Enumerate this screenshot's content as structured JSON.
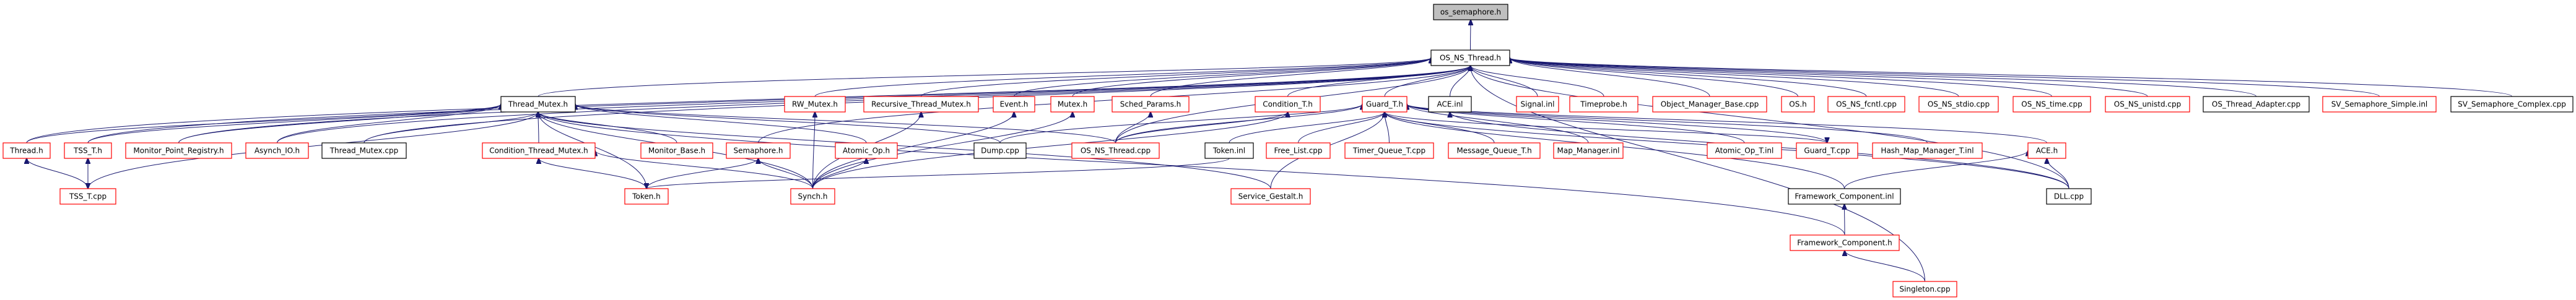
{
  "graph": {
    "title": "os_semaphore.h",
    "edge_color": "#191970",
    "node_border_colors": {
      "documented": "#000000",
      "undocumented": "#ff0000",
      "root_fill": "#bfbfbf"
    },
    "nodes": [
      {
        "id": "os_semaphore_h",
        "label": "os_semaphore.h",
        "style": "root"
      },
      {
        "id": "os_ns_thread_h",
        "label": "OS_NS_Thread.h",
        "style": "black"
      },
      {
        "id": "thread_mutex_h",
        "label": "Thread_Mutex.h",
        "style": "black"
      },
      {
        "id": "rw_mutex_h",
        "label": "RW_Mutex.h",
        "style": "red"
      },
      {
        "id": "recursive_thread_mutex_h",
        "label": "Recursive_Thread_Mutex.h",
        "style": "red"
      },
      {
        "id": "event_h",
        "label": "Event.h",
        "style": "red"
      },
      {
        "id": "mutex_h",
        "label": "Mutex.h",
        "style": "red"
      },
      {
        "id": "sched_params_h",
        "label": "Sched_Params.h",
        "style": "red"
      },
      {
        "id": "condition_t_h",
        "label": "Condition_T.h",
        "style": "red"
      },
      {
        "id": "guard_t_h",
        "label": "Guard_T.h",
        "style": "red"
      },
      {
        "id": "ace_inl",
        "label": "ACE.inl",
        "style": "black"
      },
      {
        "id": "signal_inl",
        "label": "Signal.inl",
        "style": "red"
      },
      {
        "id": "timeprobe_h",
        "label": "Timeprobe.h",
        "style": "red"
      },
      {
        "id": "object_manager_base_cpp",
        "label": "Object_Manager_Base.cpp",
        "style": "red"
      },
      {
        "id": "os_h",
        "label": "OS.h",
        "style": "red"
      },
      {
        "id": "os_ns_fcntl_cpp",
        "label": "OS_NS_fcntl.cpp",
        "style": "red"
      },
      {
        "id": "os_ns_stdio_cpp",
        "label": "OS_NS_stdio.cpp",
        "style": "red"
      },
      {
        "id": "os_ns_time_cpp",
        "label": "OS_NS_time.cpp",
        "style": "red"
      },
      {
        "id": "os_ns_unistd_cpp",
        "label": "OS_NS_unistd.cpp",
        "style": "red"
      },
      {
        "id": "os_thread_adapter_cpp",
        "label": "OS_Thread_Adapter.cpp",
        "style": "black"
      },
      {
        "id": "sv_semaphore_simple_inl",
        "label": "SV_Semaphore_Simple.inl",
        "style": "red"
      },
      {
        "id": "sv_semaphore_complex_cpp",
        "label": "SV_Semaphore_Complex.cpp",
        "style": "black"
      },
      {
        "id": "thread_h",
        "label": "Thread.h",
        "style": "red"
      },
      {
        "id": "tss_t_h",
        "label": "TSS_T.h",
        "style": "red"
      },
      {
        "id": "monitor_point_registry_h",
        "label": "Monitor_Point_Registry.h",
        "style": "red"
      },
      {
        "id": "asynch_io_h",
        "label": "Asynch_IO.h",
        "style": "red"
      },
      {
        "id": "thread_mutex_cpp",
        "label": "Thread_Mutex.cpp",
        "style": "black"
      },
      {
        "id": "condition_thread_mutex_h",
        "label": "Condition_Thread_Mutex.h",
        "style": "red"
      },
      {
        "id": "monitor_base_h",
        "label": "Monitor_Base.h",
        "style": "red"
      },
      {
        "id": "semaphore_h",
        "label": "Semaphore.h",
        "style": "red"
      },
      {
        "id": "atomic_op_h",
        "label": "Atomic_Op.h",
        "style": "red"
      },
      {
        "id": "dump_cpp",
        "label": "Dump.cpp",
        "style": "black"
      },
      {
        "id": "os_ns_thread_cpp",
        "label": "OS_NS_Thread.cpp",
        "style": "red"
      },
      {
        "id": "token_inl",
        "label": "Token.inl",
        "style": "black"
      },
      {
        "id": "free_list_cpp",
        "label": "Free_List.cpp",
        "style": "red"
      },
      {
        "id": "timer_queue_t_cpp",
        "label": "Timer_Queue_T.cpp",
        "style": "red"
      },
      {
        "id": "message_queue_t_h",
        "label": "Message_Queue_T.h",
        "style": "red"
      },
      {
        "id": "map_manager_inl",
        "label": "Map_Manager.inl",
        "style": "red"
      },
      {
        "id": "atomic_op_t_inl",
        "label": "Atomic_Op_T.inl",
        "style": "red"
      },
      {
        "id": "guard_t_cpp",
        "label": "Guard_T.cpp",
        "style": "red"
      },
      {
        "id": "hash_map_manager_t_inl",
        "label": "Hash_Map_Manager_T.inl",
        "style": "red"
      },
      {
        "id": "ace_h",
        "label": "ACE.h",
        "style": "red"
      },
      {
        "id": "tss_t_cpp",
        "label": "TSS_T.cpp",
        "style": "red"
      },
      {
        "id": "token_h",
        "label": "Token.h",
        "style": "red"
      },
      {
        "id": "synch_h",
        "label": "Synch.h",
        "style": "red"
      },
      {
        "id": "service_gestalt_h",
        "label": "Service_Gestalt.h",
        "style": "red"
      },
      {
        "id": "framework_component_inl",
        "label": "Framework_Component.inl",
        "style": "black"
      },
      {
        "id": "dll_cpp",
        "label": "DLL.cpp",
        "style": "black"
      },
      {
        "id": "framework_component_h",
        "label": "Framework_Component.h",
        "style": "red"
      },
      {
        "id": "singleton_cpp",
        "label": "Singleton.cpp",
        "style": "red"
      }
    ],
    "edges": [
      [
        "os_ns_thread_h",
        "os_semaphore_h"
      ],
      [
        "thread_mutex_h",
        "os_ns_thread_h"
      ],
      [
        "rw_mutex_h",
        "os_ns_thread_h"
      ],
      [
        "recursive_thread_mutex_h",
        "os_ns_thread_h"
      ],
      [
        "event_h",
        "os_ns_thread_h"
      ],
      [
        "mutex_h",
        "os_ns_thread_h"
      ],
      [
        "sched_params_h",
        "os_ns_thread_h"
      ],
      [
        "condition_t_h",
        "os_ns_thread_h"
      ],
      [
        "guard_t_h",
        "os_ns_thread_h"
      ],
      [
        "ace_inl",
        "os_ns_thread_h"
      ],
      [
        "signal_inl",
        "os_ns_thread_h"
      ],
      [
        "timeprobe_h",
        "os_ns_thread_h"
      ],
      [
        "object_manager_base_cpp",
        "os_ns_thread_h"
      ],
      [
        "os_h",
        "os_ns_thread_h"
      ],
      [
        "os_ns_fcntl_cpp",
        "os_ns_thread_h"
      ],
      [
        "os_ns_stdio_cpp",
        "os_ns_thread_h"
      ],
      [
        "os_ns_time_cpp",
        "os_ns_thread_h"
      ],
      [
        "os_ns_unistd_cpp",
        "os_ns_thread_h"
      ],
      [
        "os_thread_adapter_cpp",
        "os_ns_thread_h"
      ],
      [
        "sv_semaphore_simple_inl",
        "os_ns_thread_h"
      ],
      [
        "sv_semaphore_complex_cpp",
        "os_ns_thread_h"
      ],
      [
        "thread_h",
        "os_ns_thread_h"
      ],
      [
        "tss_t_h",
        "os_ns_thread_h"
      ],
      [
        "monitor_point_registry_h",
        "os_ns_thread_h"
      ],
      [
        "asynch_io_h",
        "os_ns_thread_h"
      ],
      [
        "thread_mutex_cpp",
        "os_ns_thread_h"
      ],
      [
        "semaphore_h",
        "os_ns_thread_h"
      ],
      [
        "os_ns_thread_cpp",
        "os_ns_thread_h"
      ],
      [
        "dll_cpp",
        "os_ns_thread_h"
      ],
      [
        "singleton_cpp",
        "os_ns_thread_h"
      ],
      [
        "thread_h",
        "thread_mutex_h"
      ],
      [
        "tss_t_h",
        "thread_mutex_h"
      ],
      [
        "monitor_point_registry_h",
        "thread_mutex_h"
      ],
      [
        "asynch_io_h",
        "thread_mutex_h"
      ],
      [
        "thread_mutex_cpp",
        "thread_mutex_h"
      ],
      [
        "condition_thread_mutex_h",
        "thread_mutex_h"
      ],
      [
        "monitor_base_h",
        "thread_mutex_h"
      ],
      [
        "atomic_op_h",
        "thread_mutex_h"
      ],
      [
        "dump_cpp",
        "thread_mutex_h"
      ],
      [
        "os_ns_thread_cpp",
        "thread_mutex_h"
      ],
      [
        "token_h",
        "thread_mutex_h"
      ],
      [
        "synch_h",
        "thread_mutex_h"
      ],
      [
        "service_gestalt_h",
        "thread_mutex_h"
      ],
      [
        "framework_component_h",
        "thread_mutex_h"
      ],
      [
        "tss_t_cpp",
        "thread_mutex_h"
      ],
      [
        "tss_t_cpp",
        "thread_h"
      ],
      [
        "tss_t_cpp",
        "tss_t_h"
      ],
      [
        "tss_t_h",
        "tss_t_cpp"
      ],
      [
        "token_h",
        "condition_thread_mutex_h"
      ],
      [
        "synch_h",
        "condition_thread_mutex_h"
      ],
      [
        "token_h",
        "semaphore_h"
      ],
      [
        "synch_h",
        "semaphore_h"
      ],
      [
        "synch_h",
        "rw_mutex_h"
      ],
      [
        "synch_h",
        "recursive_thread_mutex_h"
      ],
      [
        "synch_h",
        "event_h"
      ],
      [
        "synch_h",
        "mutex_h"
      ],
      [
        "synch_h",
        "atomic_op_h"
      ],
      [
        "synch_h",
        "condition_t_h"
      ],
      [
        "token_inl",
        "token_h"
      ],
      [
        "os_ns_thread_cpp",
        "sched_params_h"
      ],
      [
        "os_ns_thread_cpp",
        "condition_t_h"
      ],
      [
        "os_ns_thread_cpp",
        "guard_t_h"
      ],
      [
        "dump_cpp",
        "guard_t_h"
      ],
      [
        "token_inl",
        "guard_t_h"
      ],
      [
        "free_list_cpp",
        "guard_t_h"
      ],
      [
        "timer_queue_t_cpp",
        "guard_t_h"
      ],
      [
        "message_queue_t_h",
        "guard_t_h"
      ],
      [
        "map_manager_inl",
        "guard_t_h"
      ],
      [
        "atomic_op_t_inl",
        "guard_t_h"
      ],
      [
        "guard_t_cpp",
        "guard_t_h"
      ],
      [
        "hash_map_manager_t_inl",
        "guard_t_h"
      ],
      [
        "ace_h",
        "guard_t_h"
      ],
      [
        "framework_component_inl",
        "guard_t_h"
      ],
      [
        "service_gestalt_h",
        "guard_t_h"
      ],
      [
        "dll_cpp",
        "guard_t_h"
      ],
      [
        "guard_t_h",
        "guard_t_cpp"
      ],
      [
        "dll_cpp",
        "ace_inl"
      ],
      [
        "framework_component_inl",
        "ace_h"
      ],
      [
        "dll_cpp",
        "ace_h"
      ],
      [
        "framework_component_h",
        "framework_component_inl"
      ],
      [
        "singleton_cpp",
        "framework_component_h"
      ]
    ]
  }
}
